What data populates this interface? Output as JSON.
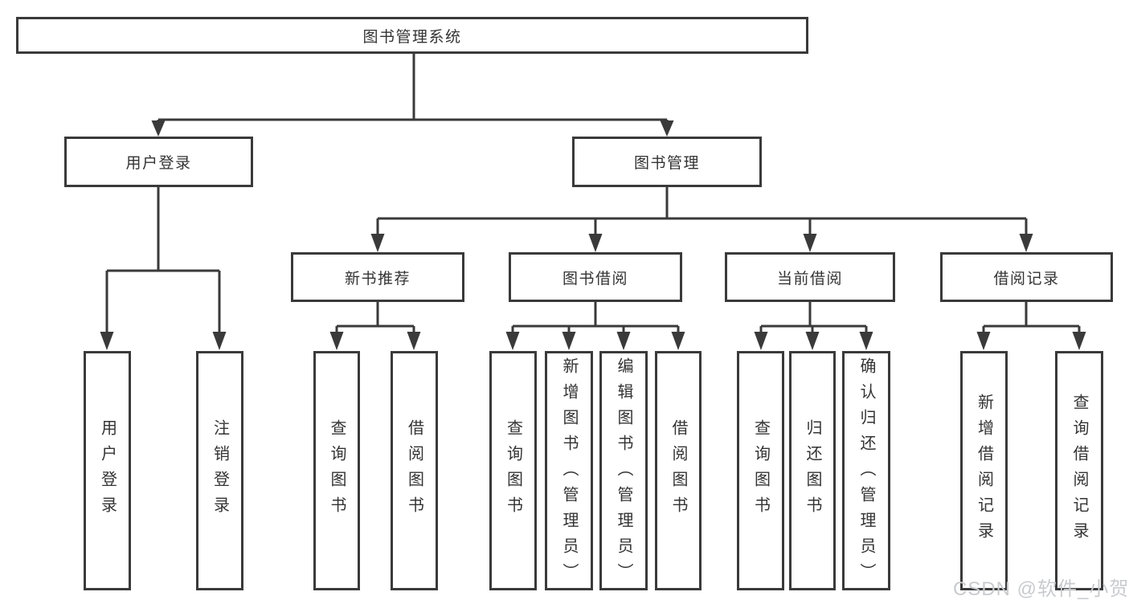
{
  "diagram": {
    "type": "hierarchy-tree",
    "title": "图书管理系统"
  },
  "hierarchy": {
    "label": "图书管理系统",
    "children": [
      {
        "label": "用户登录",
        "children": [
          {
            "label": "用户登录"
          },
          {
            "label": "注销登录"
          }
        ]
      },
      {
        "label": "图书管理",
        "children": [
          {
            "label": "新书推荐",
            "children": [
              {
                "label": "查询图书"
              },
              {
                "label": "借阅图书"
              }
            ]
          },
          {
            "label": "图书借阅",
            "children": [
              {
                "label": "查询图书"
              },
              {
                "label": "新增图书（管理员）"
              },
              {
                "label": "编辑图书（管理员）"
              },
              {
                "label": "借阅图书"
              }
            ]
          },
          {
            "label": "当前借阅",
            "children": [
              {
                "label": "查询图书"
              },
              {
                "label": "归还图书"
              },
              {
                "label": "确认归还（管理员）"
              }
            ]
          },
          {
            "label": "借阅记录",
            "children": [
              {
                "label": "新增借阅记录"
              },
              {
                "label": "查询借阅记录"
              }
            ]
          }
        ]
      }
    ]
  },
  "watermark": {
    "text": "CSDN @软件_小贺同学",
    "color": "#c9cbce"
  },
  "colors": {
    "line": "#3a3a3a",
    "box_background": "#ffffff",
    "text": "#333333",
    "page_background": "#ffffff"
  }
}
